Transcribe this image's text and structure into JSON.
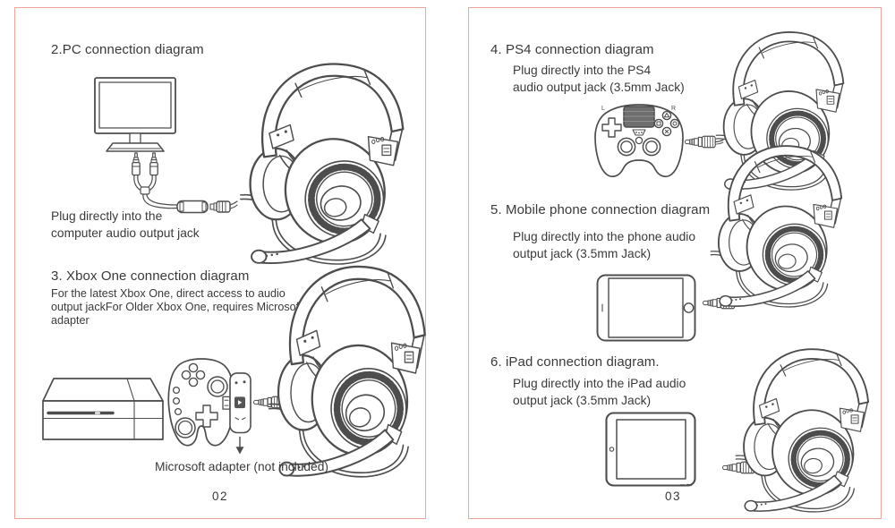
{
  "theme": {
    "border_color": "#efa49c",
    "ink": "#3a3a3a",
    "art_line_color": "#4d4d4d"
  },
  "left_page": {
    "page_number": "02",
    "pc": {
      "heading": "2.PC connection diagram",
      "caption": "Plug directly into the\ncomputer audio output jack"
    },
    "xbox": {
      "heading": "3. Xbox One connection diagram",
      "note": "For the latest Xbox One, direct access to audio\noutput jackFor Older Xbox One, requires Microsoft\nadapter",
      "adapter_caption": "Microsoft adapter (not included)"
    }
  },
  "right_page": {
    "page_number": "03",
    "ps4": {
      "heading": "4. PS4 connection diagram",
      "caption": "Plug directly into the PS4\naudio output jack (3.5mm Jack)"
    },
    "mobile": {
      "heading": "5. Mobile phone connection diagram",
      "caption": "Plug directly into the phone audio\noutput jack (3.5mm Jack)"
    },
    "ipad": {
      "heading": "6. iPad connection diagram.",
      "caption": "Plug directly into the iPad audio\noutput jack (3.5mm Jack)"
    }
  },
  "illustrations": {
    "names": [
      "monitor-with-splitter-cable",
      "gaming-headset",
      "xbox-one-console",
      "xbox-controller",
      "microsoft-adapter",
      "down-arrow",
      "audio-jack-plug",
      "ps4-controller",
      "smartphone-landscape",
      "ipad-tablet"
    ],
    "ps4_controller_labels": {
      "left": "L",
      "right": "R"
    }
  }
}
